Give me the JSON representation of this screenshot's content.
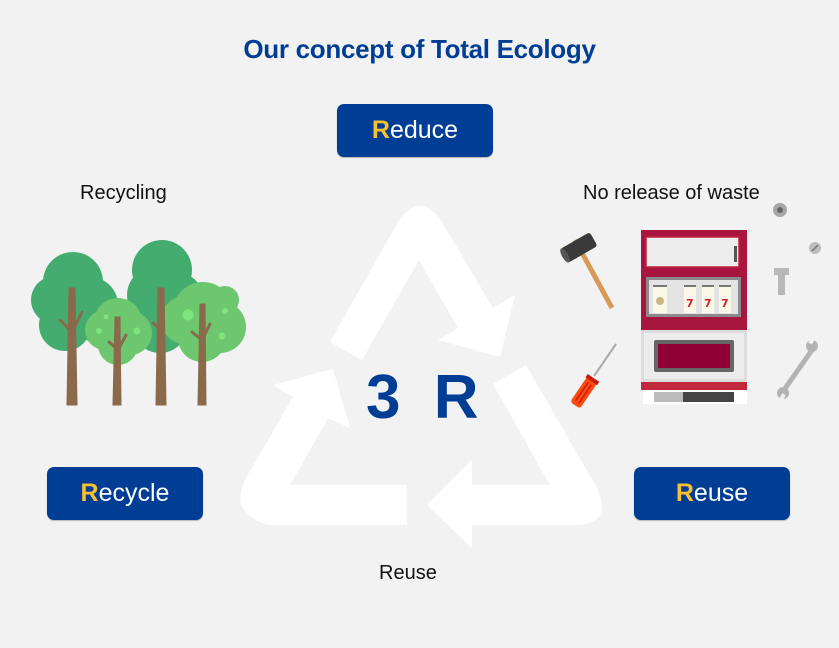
{
  "title": "Our concept of Total Ecology",
  "center_label": "3 R",
  "badges": {
    "reduce": {
      "initial": "R",
      "rest": "educe"
    },
    "recycle": {
      "initial": "R",
      "rest": "ecycle"
    },
    "reuse": {
      "initial": "R",
      "rest": "euse"
    }
  },
  "captions": {
    "recycling": "Recycling",
    "no_waste": "No release of waste",
    "reuse": "Reuse"
  },
  "illustrations": {
    "left": "trees-icon",
    "right": "slot-machine-with-tools-icon",
    "center": "recycle-triangle-icon"
  },
  "colors": {
    "brand_blue": "#003e96",
    "accent_yellow": "#f9bf2c",
    "background": "#f2f2f2"
  }
}
